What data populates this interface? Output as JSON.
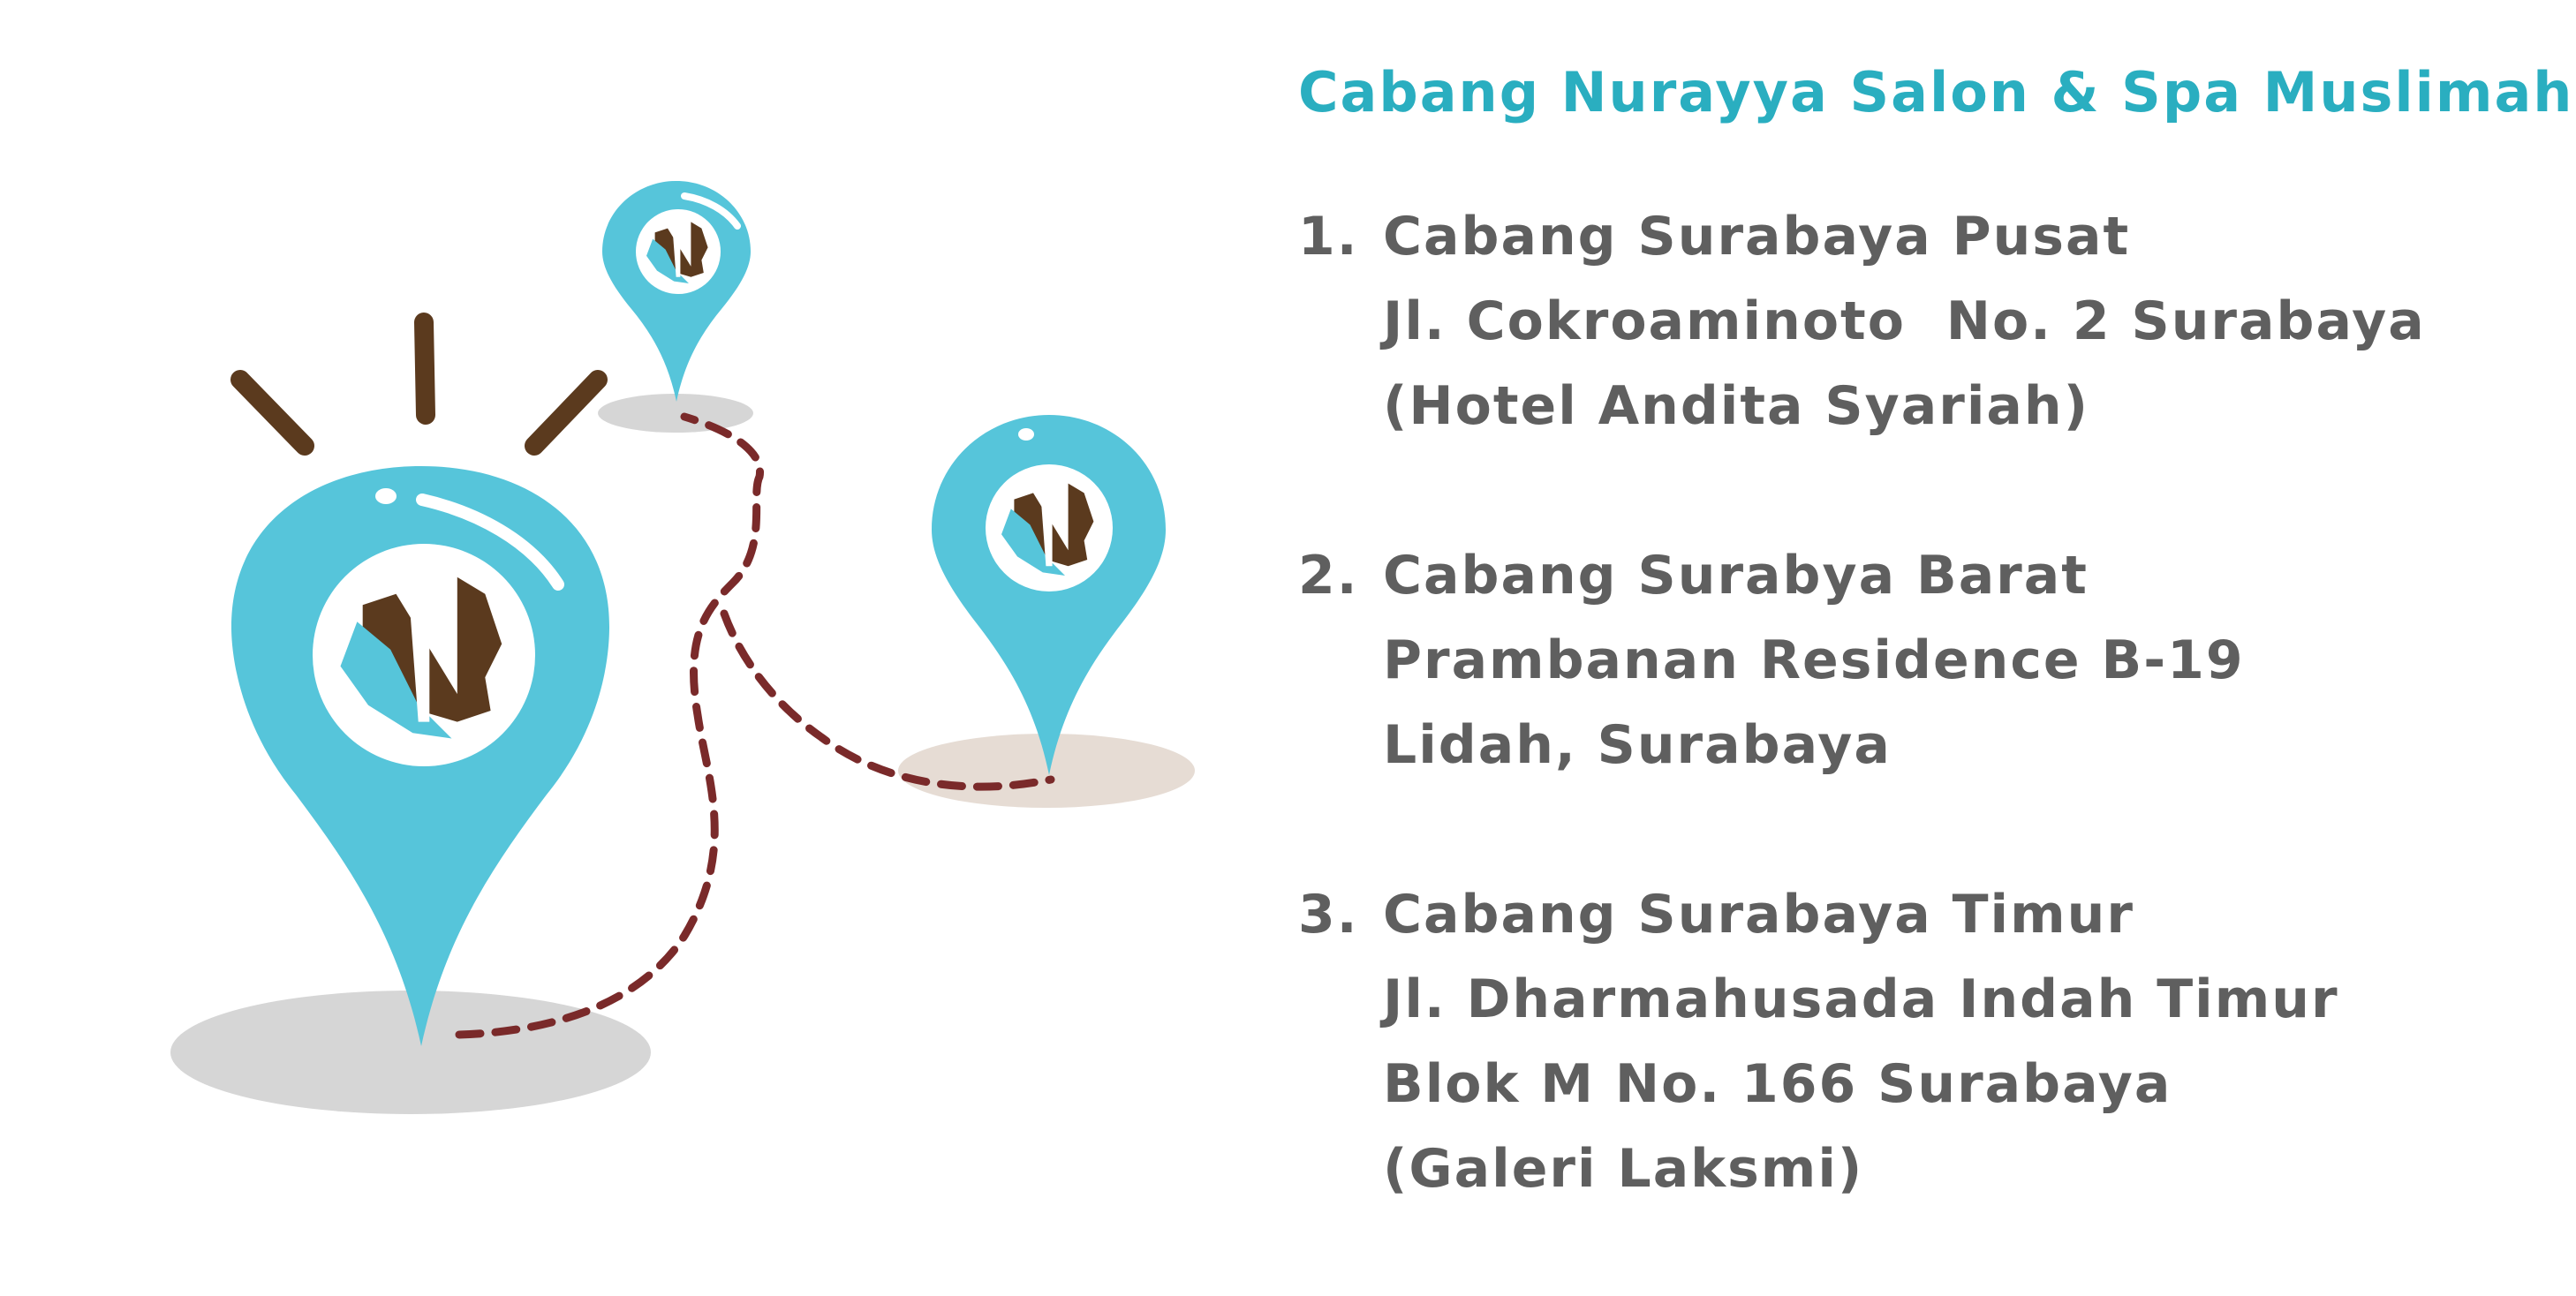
{
  "heading": "Cabang Nurayya Salon & Spa Muslimah :",
  "branches": [
    {
      "number": "1.",
      "lines": [
        "Cabang Surabaya Pusat",
        "Jl. Cokroaminoto  No. 2 Surabaya",
        "(Hotel Andita Syariah)"
      ]
    },
    {
      "number": "2.",
      "lines": [
        "Cabang Surabya Barat",
        "Prambanan Residence B-19",
        "Lidah, Surabaya"
      ]
    },
    {
      "number": "3.",
      "lines": [
        "Cabang Surabaya Timur",
        "Jl. Dharmahusada Indah Timur",
        "Blok M No. 166 Surabaya",
        "(Galeri Laksmi)"
      ]
    }
  ],
  "colors": {
    "pin": "#56c5da",
    "heading": "#2aaec0",
    "text": "#5f5f5f",
    "logo_dark": "#5b3a1e",
    "route": "#7a2a2a",
    "shadow_grey": "#d6d6d6",
    "shadow_beige": "#e6dcd4"
  },
  "icons": [
    "map-pin-icon",
    "salon-logo-icon",
    "route-path",
    "highlight-rays"
  ]
}
